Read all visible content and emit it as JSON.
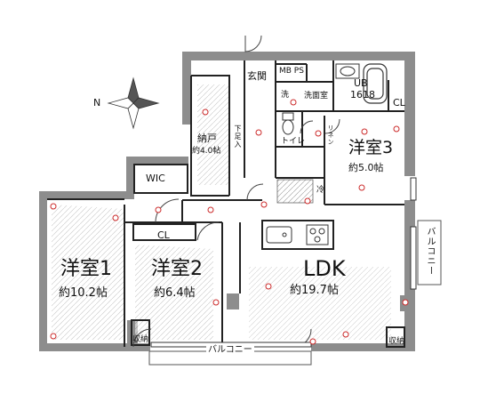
{
  "compass": {
    "north_label": "N"
  },
  "rooms": {
    "entrance": "玄関",
    "mb_ps": "MB PS",
    "washer": "洗",
    "washroom": "洗面室",
    "ub": "UB",
    "ub_size": "1618",
    "cl_top": "CL",
    "storage": "納戸",
    "storage_area": "約4.0帖",
    "toilet": "トイレ",
    "shoebox": "下足入",
    "linen": "リネン",
    "western3": "洋室3",
    "western3_area": "約5.0帖",
    "wic": "WIC",
    "fridge": "冷",
    "cl_mid": "CL",
    "western1": "洋室1",
    "western1_area": "約10.2帖",
    "western2": "洋室2",
    "western2_area": "約6.4帖",
    "ldk": "LDK",
    "ldk_area": "約19.7帖",
    "balcony_right": "バルコニー",
    "closet_left": "収納",
    "closet_right": "収納",
    "balcony_bottom": "バルコニー"
  }
}
